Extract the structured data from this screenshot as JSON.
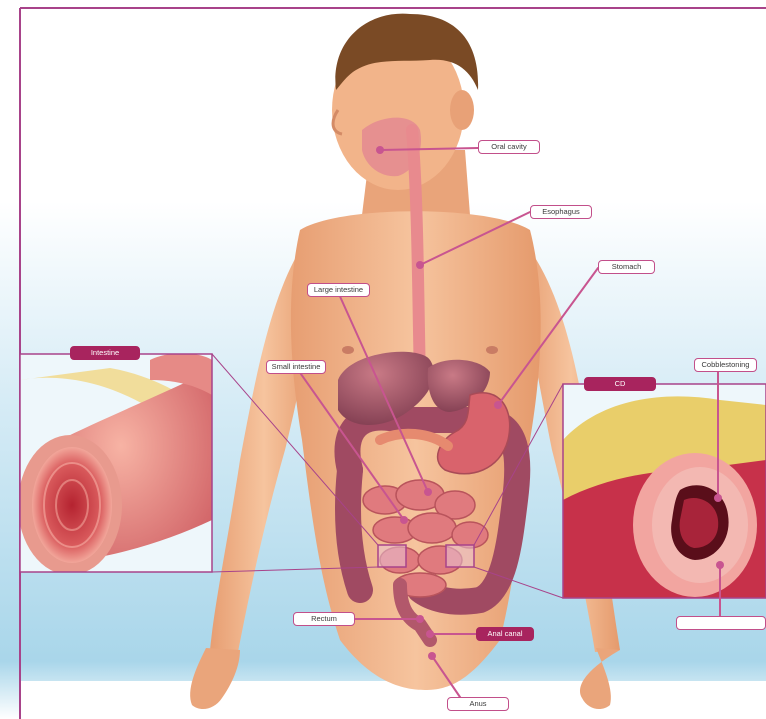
{
  "labels": {
    "oral_cavity": "Oral cavity",
    "esophagus": "Esophagus",
    "stomach": "Stomach",
    "large_intestine": "Large intestine",
    "small_intestine": "Small intestine",
    "rectum": "Rectum",
    "anal_canal": "Anal canal",
    "anus": "Anus",
    "cobblestoning": "Cobblestoning",
    "ulcer": ""
  },
  "insets": {
    "left_title": "Intestine",
    "right_title": "CD"
  },
  "colors": {
    "frame": "#a8438a",
    "leader": "#c85590",
    "tag_dark": "#a8245e",
    "skin": "#f2b48a",
    "background_blue": "#a9d6ea"
  }
}
